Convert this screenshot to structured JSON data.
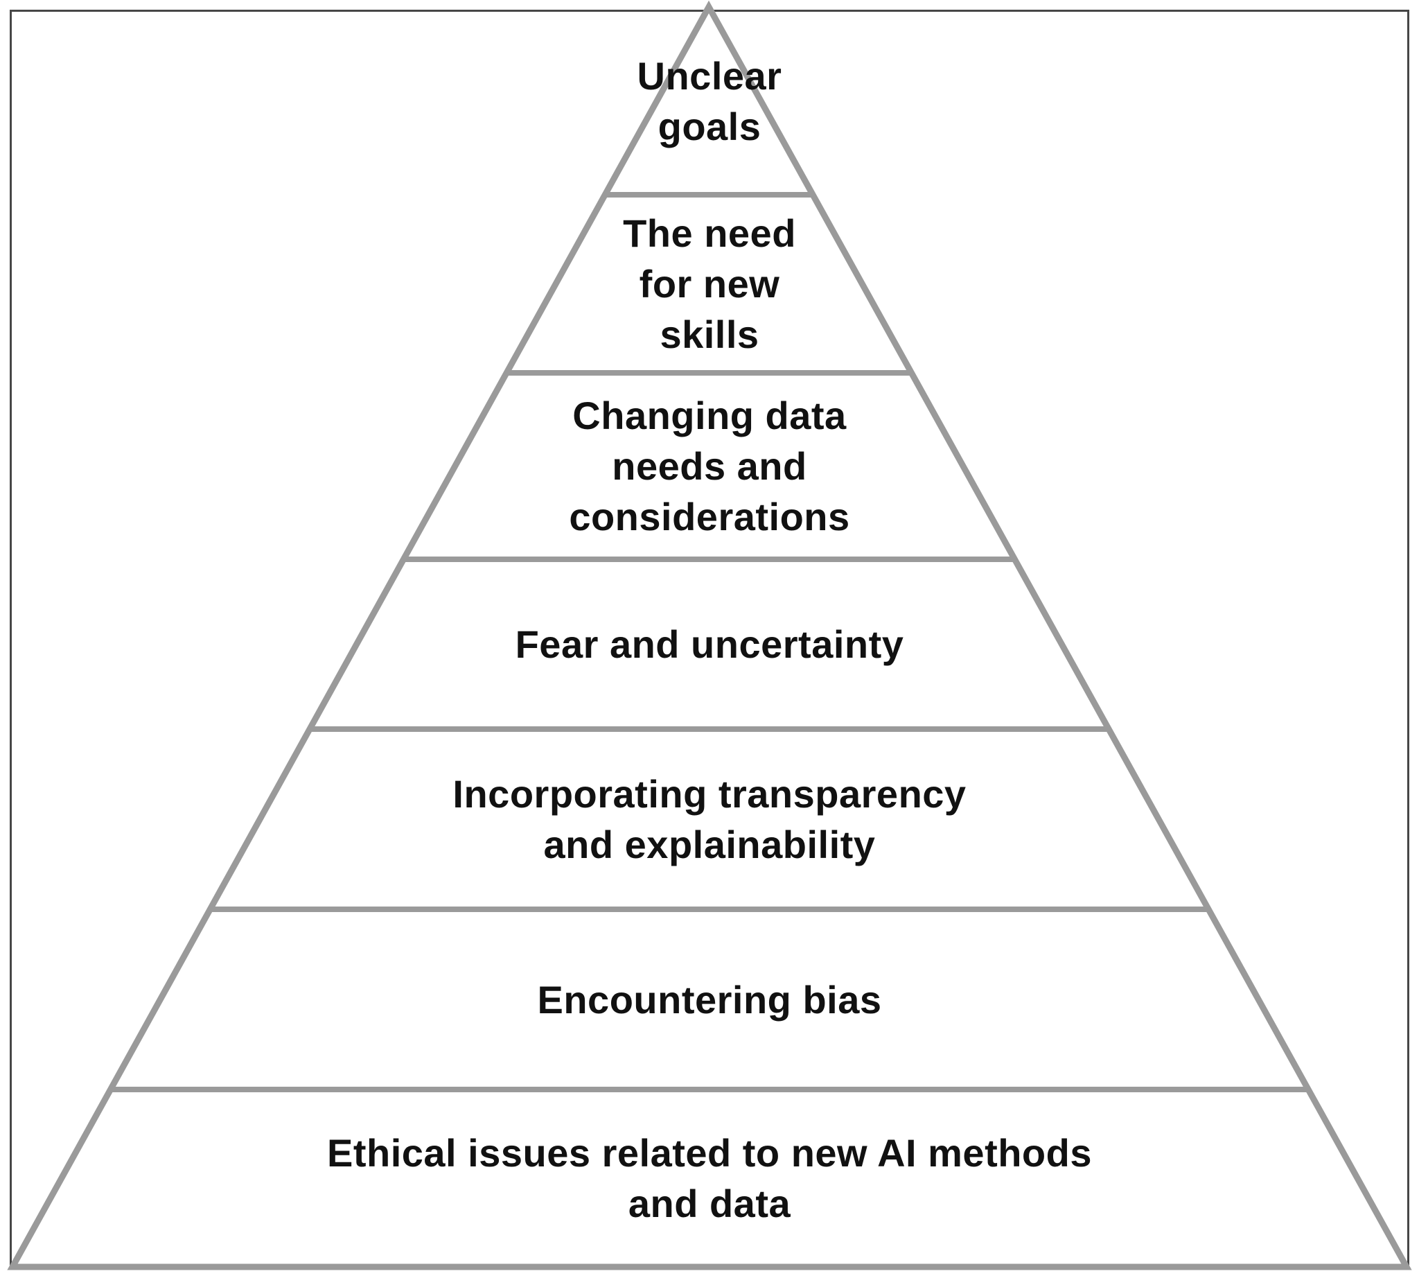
{
  "diagram": {
    "type": "pyramid",
    "title": "",
    "levels": [
      {
        "rank": 1,
        "label": "Unclear\ngoals"
      },
      {
        "rank": 2,
        "label": "The need\nfor new\nskills"
      },
      {
        "rank": 3,
        "label": "Changing data\nneeds and\nconsiderations"
      },
      {
        "rank": 4,
        "label": "Fear and uncertainty"
      },
      {
        "rank": 5,
        "label": "Incorporating transparency\nand explainability"
      },
      {
        "rank": 6,
        "label": "Encountering bias"
      },
      {
        "rank": 7,
        "label": "Ethical issues related to new AI methods\nand data"
      }
    ],
    "colors": {
      "line": "#9a9a9a",
      "frame": "#474747",
      "text": "#111111",
      "background": "#ffffff"
    }
  }
}
